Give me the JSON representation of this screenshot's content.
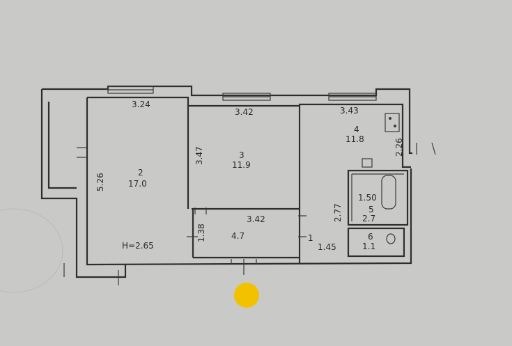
{
  "plan": {
    "ceiling_height": "H=2.65",
    "rooms": [
      {
        "id": "room-1",
        "number": "1",
        "area": "4.7"
      },
      {
        "id": "room-2",
        "number": "2",
        "area": "17.0"
      },
      {
        "id": "room-3",
        "number": "3",
        "area": "11.9"
      },
      {
        "id": "room-4",
        "number": "4",
        "area": "11.8"
      },
      {
        "id": "room-5",
        "number": "5",
        "area": "2.7"
      },
      {
        "id": "room-6",
        "number": "6",
        "area": "1.1"
      }
    ],
    "dimensions": {
      "room2_width": "3.24",
      "room3_width": "3.42",
      "room4_width": "3.43",
      "room2_length": "5.26",
      "room3_depth": "3.47",
      "room4_depth": "2.26",
      "hall_width": "3.42",
      "hall_depth": "1.38",
      "bath_width": "1.50",
      "bath_depth": "2.77",
      "corridor_width": "1.45"
    },
    "marker": {
      "color": "#f2c200"
    },
    "colors": {
      "paper": "#c9c9c7",
      "lines": "#2e2e2e"
    }
  }
}
